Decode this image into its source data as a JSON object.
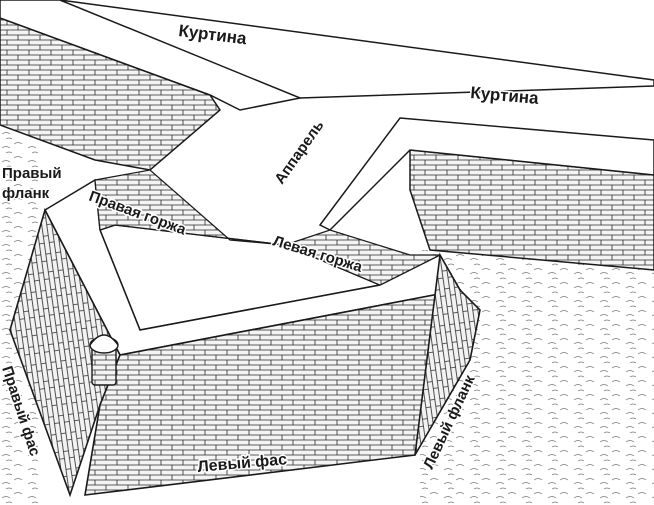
{
  "labels": {
    "curtain_top": "Куртина",
    "curtain_right": "Куртина",
    "ramp": "Аппарель",
    "right_flank": "Правый фланк",
    "right_gorge": "Правая горжа",
    "left_gorge": "Левая горжа",
    "right_face": "Правый фас",
    "left_face": "Левый фас",
    "left_flank": "Левый фланк"
  },
  "colors": {
    "ink": "#1a1a1a",
    "paper": "#ffffff",
    "shade": "#d9d9d9"
  }
}
